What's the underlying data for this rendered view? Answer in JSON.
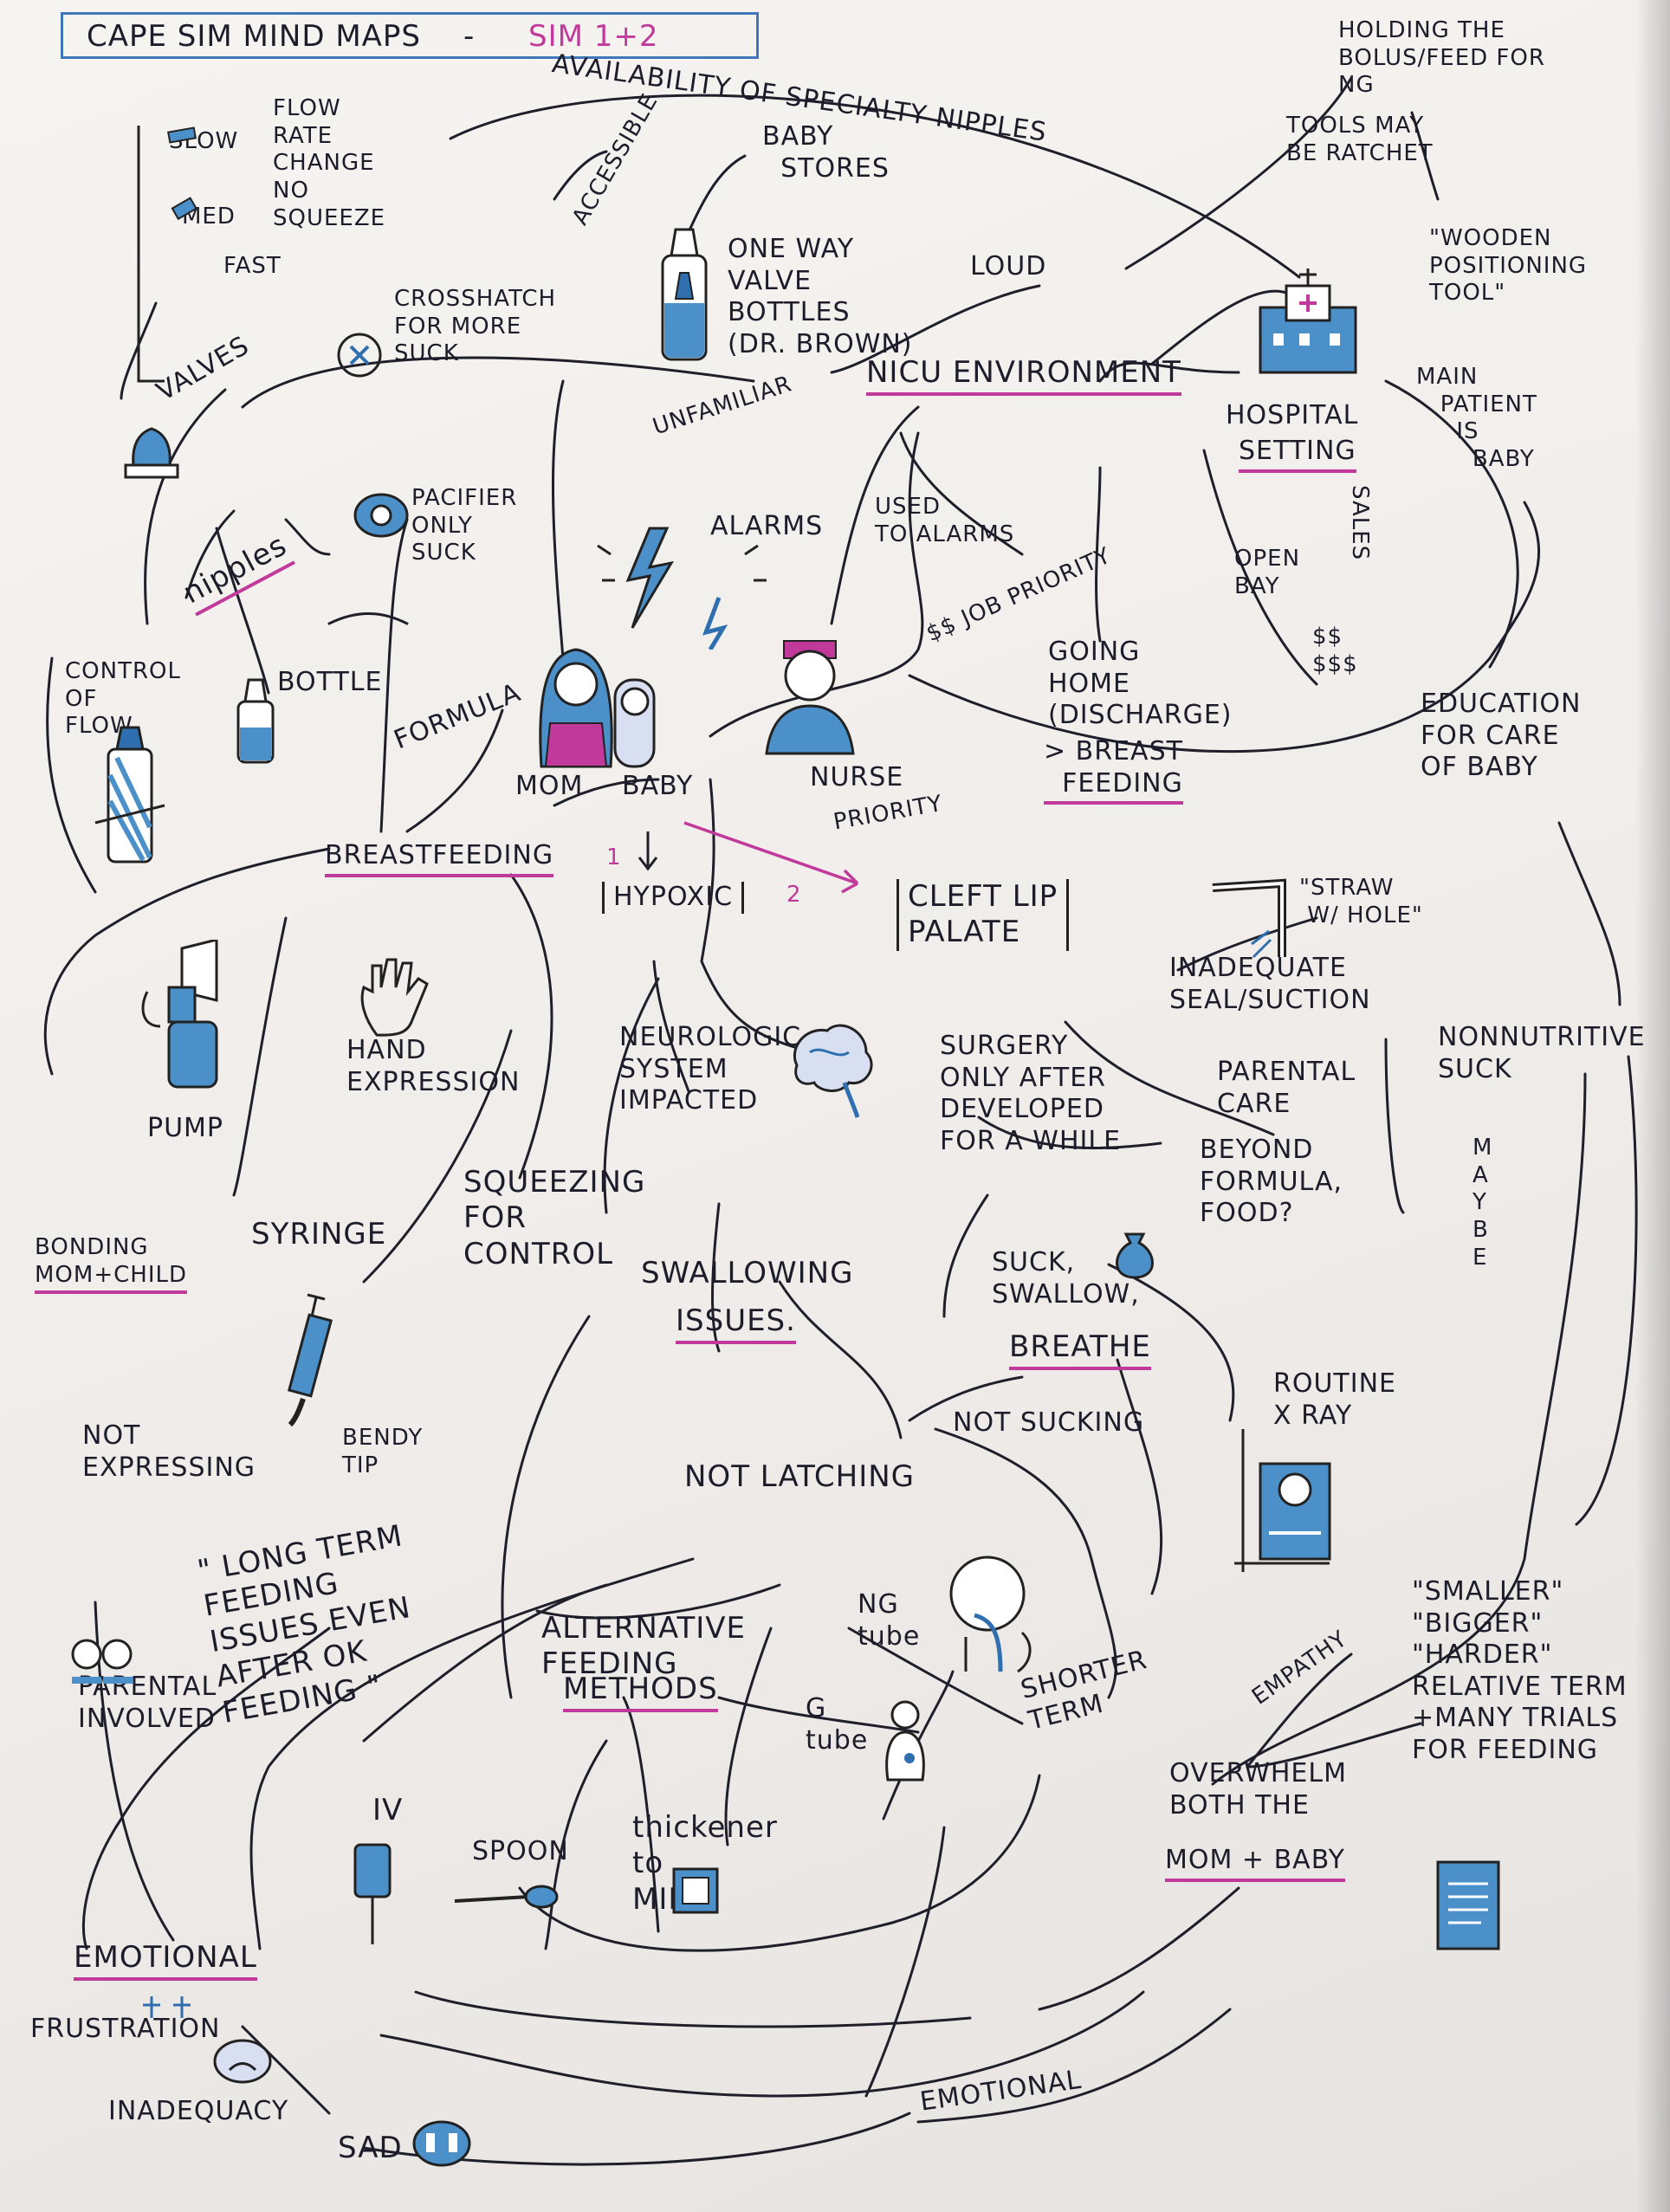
{
  "title": {
    "main": "CAPE SIM MIND MAPS",
    "sep": "-",
    "sub": "SIM 1+2"
  },
  "top": {
    "availability": "AVAILABILITY OF SPECIALTY NIPPLES",
    "accessible": "ACCESSIBLE",
    "baby_stores": "BABY\n  STORES",
    "one_way": "ONE WAY\nVALVE\nBOTTLES\n(DR. BROWN)",
    "loud": "LOUD",
    "valves": "VALVES",
    "crosshatch": "CROSSHATCH\nFOR MORE\nSUCK",
    "flow_slow": "SLOW",
    "flow_med": "MED",
    "flow_fast": "FAST",
    "flow_text": "FLOW\nRATE\nCHANGE\nNO\nSQUEEZE",
    "holding": "HOLDING THE\nBOLUS/FEED FOR\nNG",
    "tools": "TOOLS MAY\nBE RATCHET",
    "wooden": "\"WOODEN\nPOSITIONING\nTOOL\""
  },
  "mid": {
    "nicu": "NICU ENVIRONMENT",
    "unfamiliar": "UNFAMILIAR",
    "alarms": "ALARMS",
    "used_to": "USED\nTO ALARMS",
    "job": "$$ JOB PRIORITY",
    "hospital": "HOSPITAL",
    "setting": "SETTING",
    "main_patient": "MAIN\n   PATIENT\n     IS\n       BABY",
    "open_bay": "OPEN\nBAY",
    "sales": "SALES",
    "money": "$$\n$$$",
    "going_home": "GOING\nHOME\n(DISCHARGE)",
    "breastfeeding2": "> BREAST\n  FEEDING",
    "education": "EDUCATION\nFOR CARE\nOF BABY",
    "nipples": "nipples",
    "pacifier": "PACIFIER\nONLY\nSUCK",
    "bottle": "BOTTLE",
    "formula": "FORMULA",
    "control": "CONTROL\nOF\nFLOW",
    "mom": "MOM",
    "baby": "BABY",
    "nurse": "NURSE",
    "priority": "PRIORITY",
    "breastfeeding": "BREASTFEEDING",
    "hypoxic": "HYPOXIC",
    "cleft": "CLEFT LIP\nPALATE",
    "n1": "1",
    "n2": "2",
    "straw": "\"STRAW\n W/ HOLE\"",
    "inadequate": "INADEQUATE\nSEAL/SUCTION",
    "nonnutritive": "NONNUTRITIVE\nSUCK",
    "maybe": "M\nA\nY\nB\nE",
    "pump": "PUMP",
    "hand": "HAND\nEXPRESSION",
    "neuro": "NEUROLOGIC\nSYSTEM\nIMPACTED",
    "surgery": "SURGERY\nONLY AFTER\nDEVELOPED\nFOR A WHILE",
    "parental_care": "PARENTAL\nCARE",
    "beyond": "BEYOND\nFORMULA,\nFOOD?",
    "squeezing": "SQUEEZING\nFOR\nCONTROL",
    "syringe": "SYRINGE",
    "bonding": "BONDING\nMOM+CHILD",
    "not_expressing": "NOT\nEXPRESSING",
    "bendy": "BENDY\nTIP"
  },
  "low": {
    "swallowing": "SWALLOWING",
    "issues": "ISSUES.",
    "suck": "SUCK,\nSWALLOW,",
    "breathe": "BREATHE",
    "not_sucking": "NOT SUCKING",
    "routine": "ROUTINE\nX RAY",
    "not_latching": "NOT LATCHING",
    "long_term": "\" LONG TERM\nFEEDING\nISSUES EVEN\nAFTER OK\nFEEDING \"",
    "alternative": "ALTERNATIVE\nFEEDING",
    "methods": "METHODS",
    "ng": "NG\ntube",
    "g": "G\ntube",
    "shorter": "SHORTER\nTERM",
    "parents": "PARENTAL\nINVOLVED",
    "iv": "IV",
    "spoon": "SPOON",
    "thickener": "thickener\nto\nMILK",
    "empathy": "EMPATHY",
    "smaller": "\"SMALLER\"\n\"BIGGER\"\n\"HARDER\"\nRELATIVE TERM\n+MANY TRIALS\nFOR FEEDING",
    "overwhelm": "OVERWHELM\nBOTH THE",
    "mom_baby": "MOM + BABY",
    "emotional": "EMOTIONAL",
    "emotional2": "EMOTIONAL",
    "frustration": "FRUSTRATION",
    "inadequacy": "INADEQUACY",
    "sad": "SAD"
  }
}
